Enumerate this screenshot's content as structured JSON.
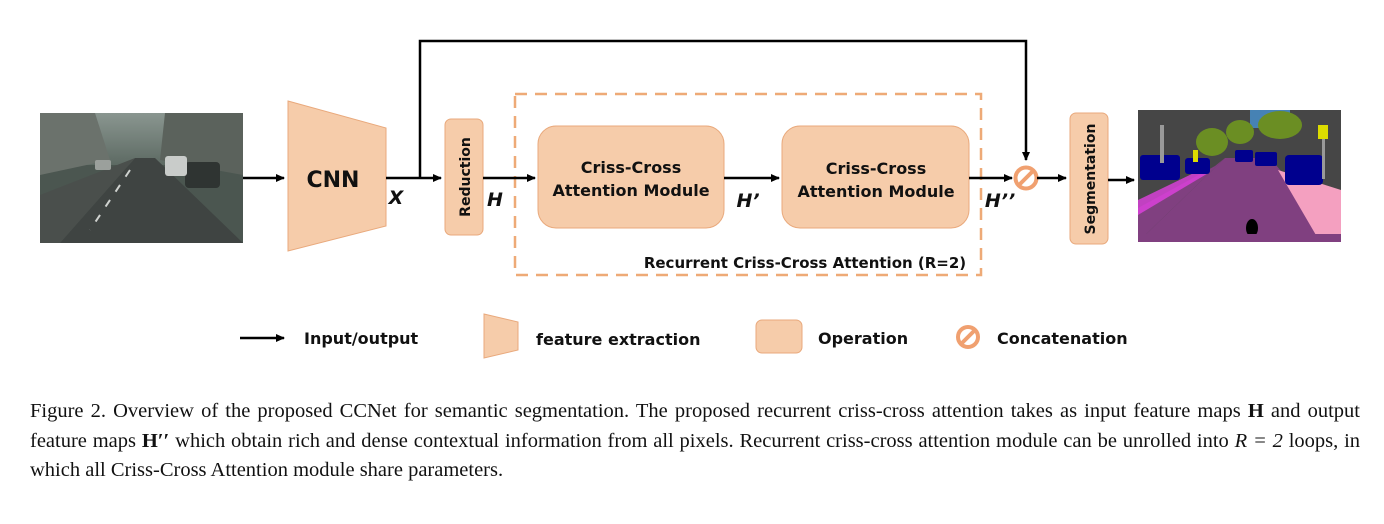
{
  "diagram": {
    "cnn_label": "CNN",
    "reduction_label": "Reduction",
    "segmentation_label": "Segmentation",
    "x_label": "X",
    "h_label": "H",
    "h_prime_label": "H’",
    "h_double_prime_label": "H’’",
    "cca_module_1": {
      "line1": "Criss-Cross",
      "line2": "Attention Module"
    },
    "cca_module_2": {
      "line1": "Criss-Cross",
      "line2": "Attention Module"
    },
    "rcca_label": "Recurrent Criss-Cross Attention (R=2)",
    "colors": {
      "block_fill": "#f6ccaa",
      "block_stroke": "#e9a97c",
      "dashed_border": "#eeaa77",
      "concat": "#f0a070",
      "arrow": "#000000"
    }
  },
  "legend": {
    "input_output": "Input/output",
    "feature_extraction": "feature extraction",
    "operation": "Operation",
    "concatenation": "Concatenation"
  },
  "caption": {
    "figure_label": "Figure 2.",
    "s1": " Overview of the proposed CCNet for semantic segmentation. The proposed recurrent criss-cross attention takes as input feature maps ",
    "H": "H",
    "s2": " and output feature maps ",
    "Hpp": "H′′",
    "s3": " which obtain rich and dense contextual information from all pixels. Recurrent criss-cross attention module can be unrolled into ",
    "R_eq": "R = 2",
    "s4": " loops, in which all Criss-Cross Attention module share parameters."
  }
}
